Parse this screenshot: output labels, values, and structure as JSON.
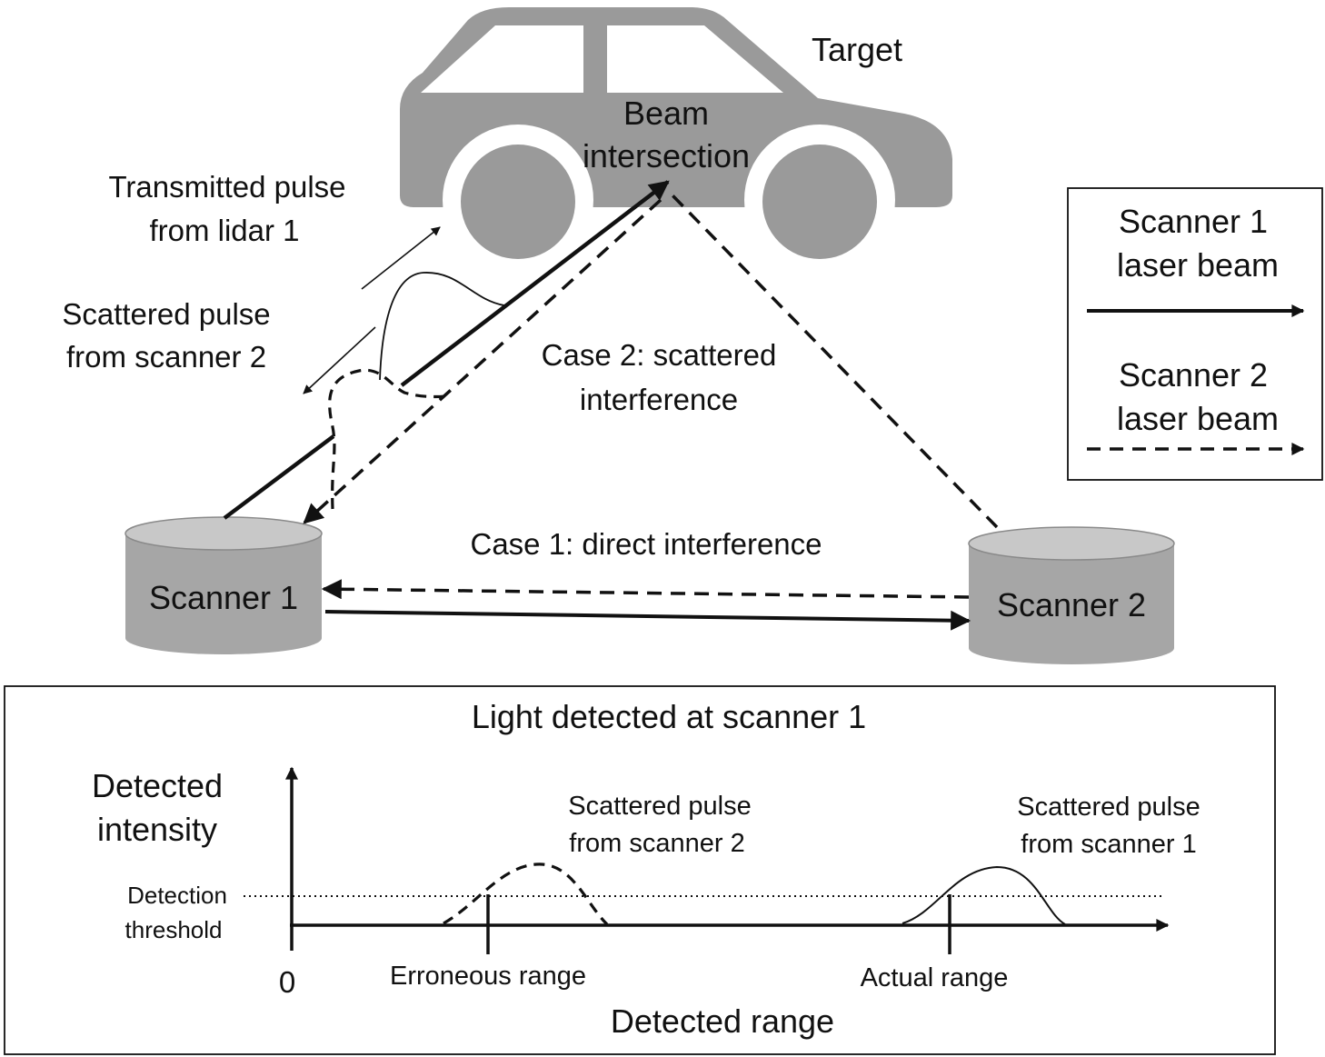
{
  "colors": {
    "ink": "#111111",
    "car_fill": "#9a9a9a",
    "window_fill": "#ffffff",
    "scanner_body": "#a6a6a6",
    "scanner_top": "#c8c8c8"
  },
  "top": {
    "target_label": "Target",
    "beam_line1": "Beam",
    "beam_line2": "intersection",
    "transmitted_line1": "Transmitted pulse",
    "transmitted_line2": "from lidar 1",
    "scattered_line1": "Scattered pulse",
    "scattered_line2": "from scanner 2",
    "case2_line1": "Case 2: scattered",
    "case2_line2": "interference",
    "case1_label": "Case 1: direct interference",
    "scanner1_label": "Scanner 1",
    "scanner2_label": "Scanner 2"
  },
  "legend": {
    "item1_line1": "Scanner 1",
    "item1_line2": "laser beam",
    "item1_style": "solid",
    "item2_line1": "Scanner 2",
    "item2_line2": "laser beam",
    "item2_style": "dashed"
  },
  "bottom": {
    "title": "Light detected at scanner 1",
    "ylabel_line1": "Detected",
    "ylabel_line2": "intensity",
    "threshold_line1": "Detection",
    "threshold_line2": "threshold",
    "origin": "0",
    "xlabel": "Detected range",
    "pulse2_line1": "Scattered pulse",
    "pulse2_line2": "from scanner 2",
    "pulse1_line1": "Scattered pulse",
    "pulse1_line2": "from scanner 1",
    "erroneous_label": "Erroneous range",
    "actual_label": "Actual range"
  }
}
